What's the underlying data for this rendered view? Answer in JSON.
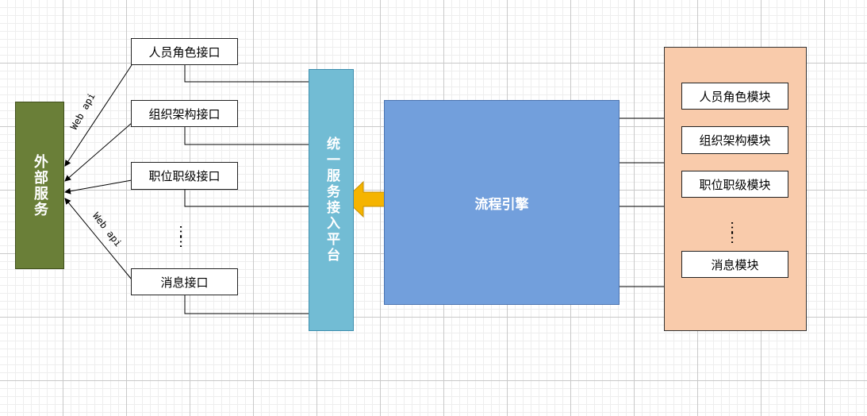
{
  "diagram": {
    "external_service": {
      "label": "外部服务"
    },
    "web_api_labels": [
      "Web api",
      "Web api"
    ],
    "interfaces": [
      {
        "label": "人员角色接口"
      },
      {
        "label": "组织架构接口"
      },
      {
        "label": "职位职级接口"
      },
      {
        "label": "消息接口"
      }
    ],
    "ellipsis": "……",
    "platform": {
      "label": "统一服务接入平台"
    },
    "engine": {
      "label": "流程引擎"
    },
    "modules": [
      {
        "label": "人员角色模块"
      },
      {
        "label": "组织架构模块"
      },
      {
        "label": "职位职级模块"
      },
      {
        "label": "消息模块"
      }
    ],
    "colors": {
      "external_service": "#6a7f38",
      "platform": "#72bcd4",
      "engine": "#729fdc",
      "module_panel": "#f9cbab",
      "arrow": "#f5b400"
    }
  }
}
